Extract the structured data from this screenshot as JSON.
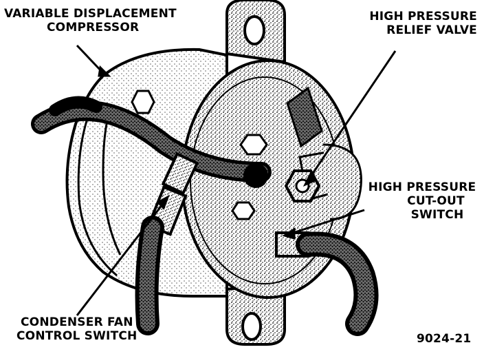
{
  "diagram": {
    "labels": {
      "variable_displacement_compressor": [
        "VARIABLE DISPLACEMENT",
        "COMPRESSOR"
      ],
      "high_pressure_relief_valve": [
        "HIGH PRESSURE",
        "RELIEF VALVE"
      ],
      "high_pressure_cutout_switch": [
        "HIGH PRESSURE",
        "CUT-OUT",
        "SWITCH"
      ],
      "condenser_fan_control_switch": [
        "CONDENSER FAN",
        "CONTROL SWITCH"
      ]
    },
    "figure_id": "9024-21"
  },
  "colors": {
    "ink": "#000000",
    "paper": "#ffffff",
    "stipple": "#8a8a8a",
    "light_stipple": "#c9c9c9"
  }
}
